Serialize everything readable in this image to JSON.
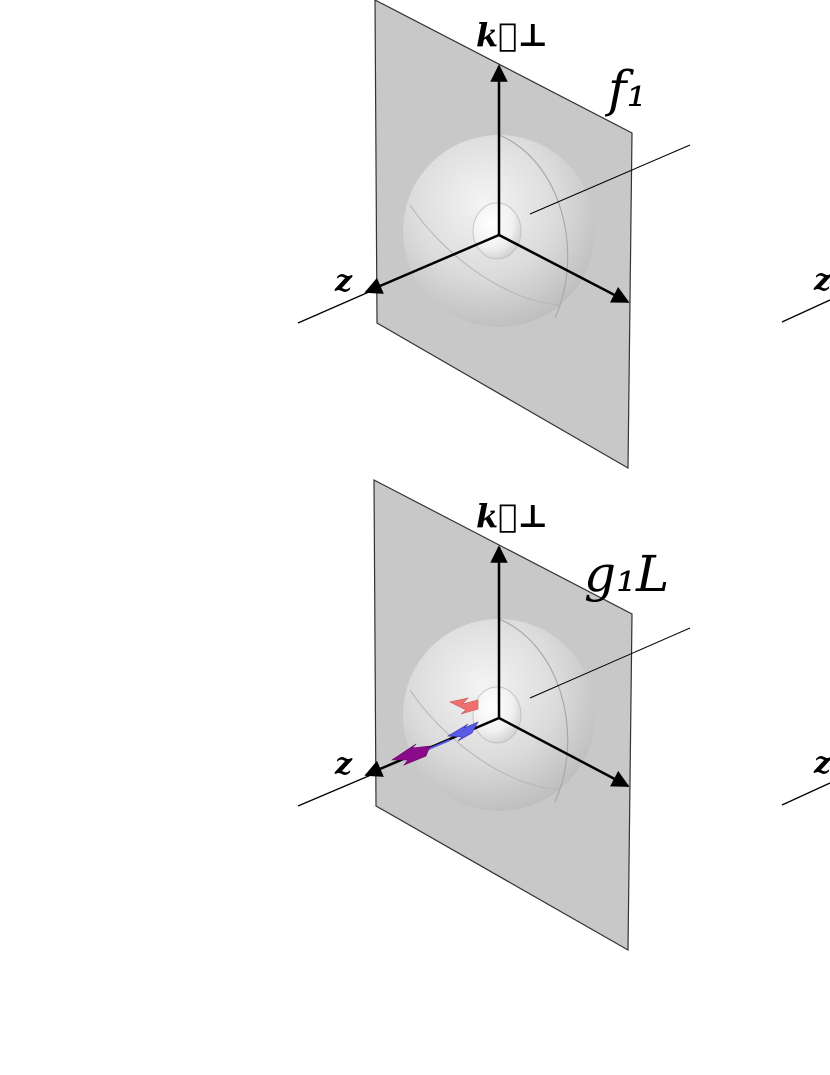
{
  "panels": [
    {
      "function_label": "f₁",
      "axis_vertical": "k⃗⊥",
      "axis_left": "z",
      "polarization_arrows": false
    },
    {
      "function_label": "g₁L",
      "axis_vertical": "k⃗⊥",
      "axis_left": "z",
      "polarization_arrows": true
    }
  ],
  "partial_right_labels": [
    "z",
    "z"
  ],
  "colors": {
    "plane": "#c8c8c8",
    "sphere": "#d6d6d6",
    "arrow_red": "#f07070",
    "arrow_blue": "#5a5ae6",
    "arrow_magenta": "#8a0a8a"
  }
}
